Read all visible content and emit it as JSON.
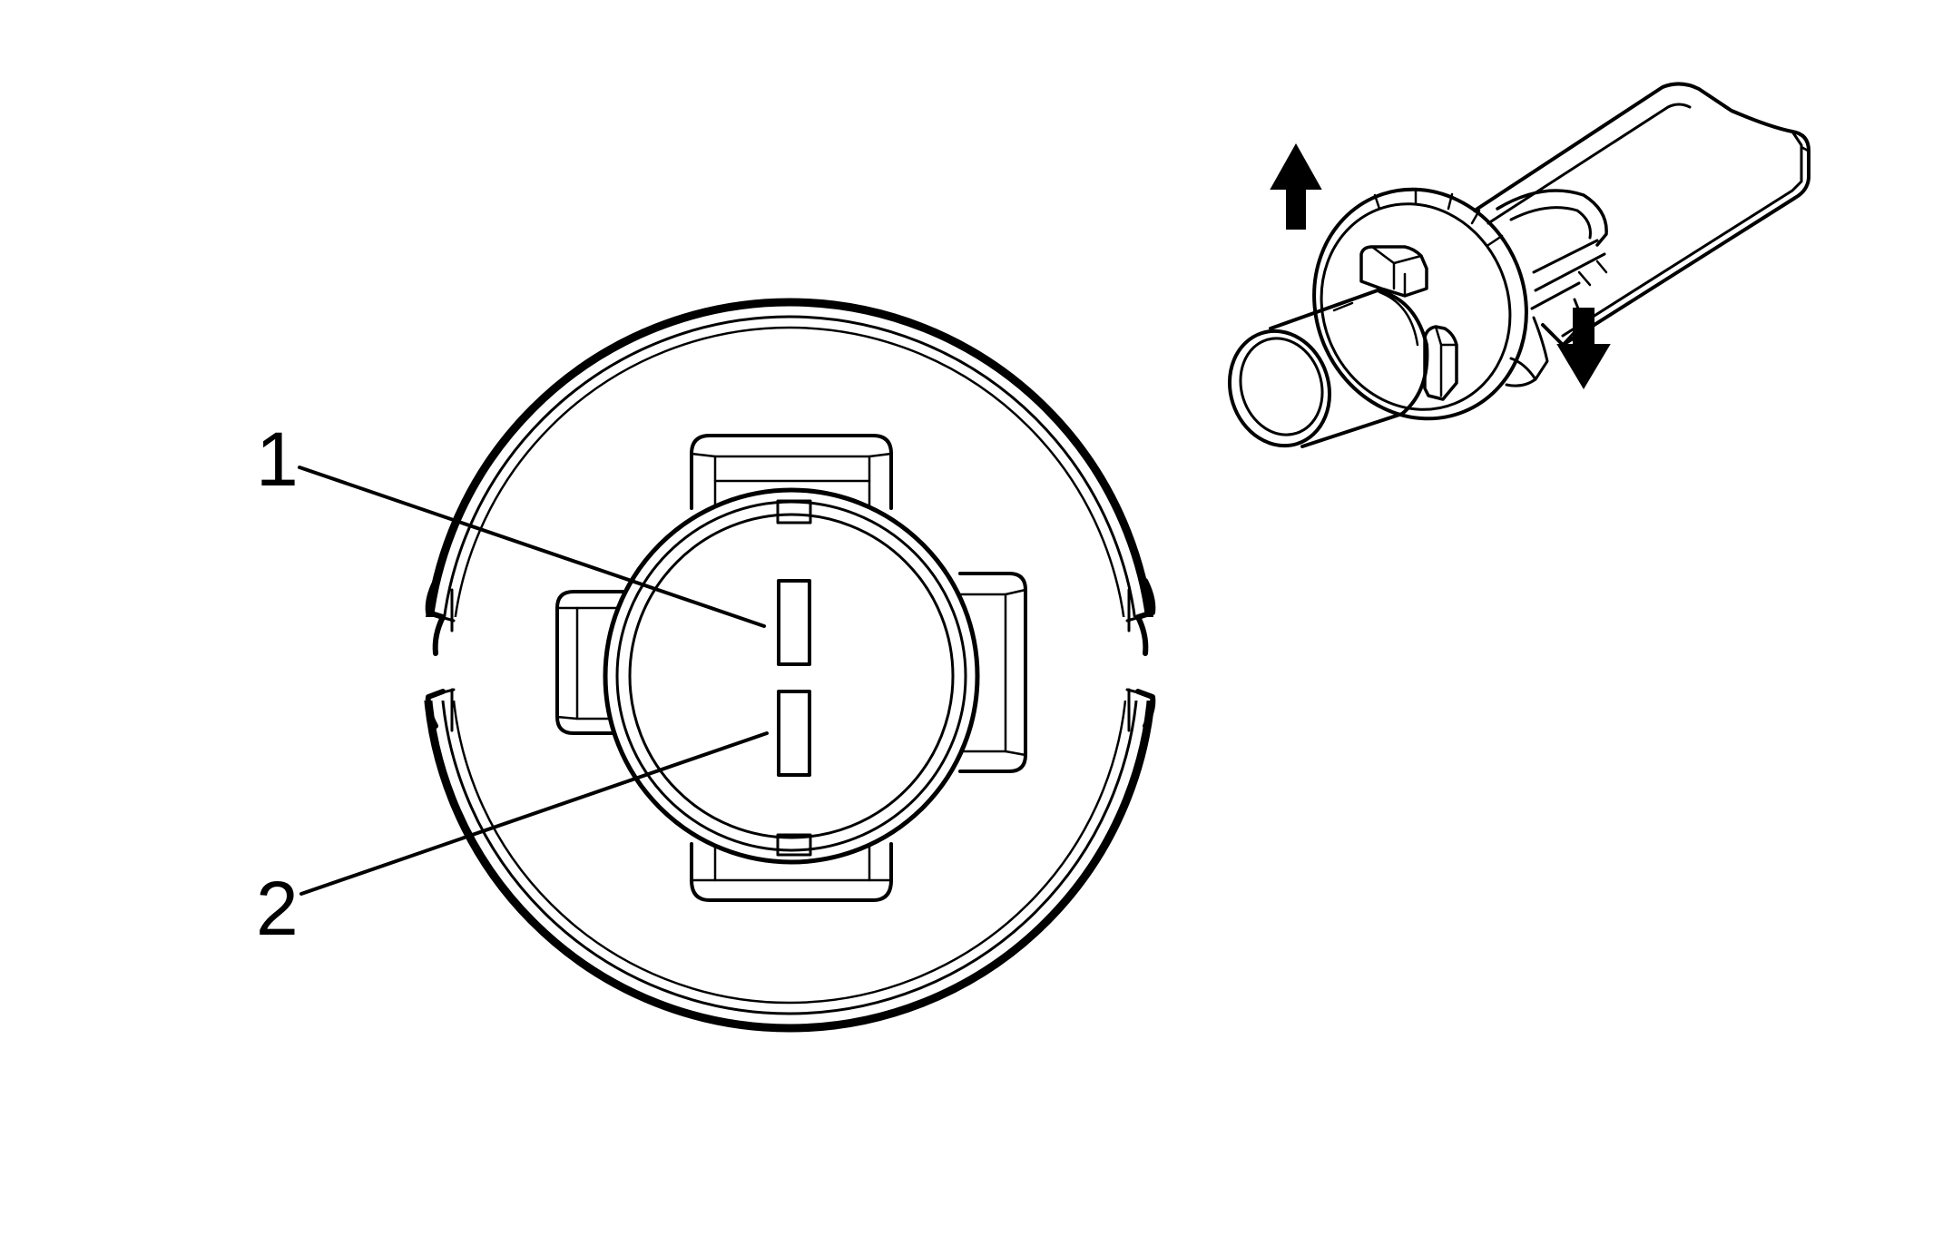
{
  "callouts": [
    {
      "id": "1",
      "label": "1"
    },
    {
      "id": "2",
      "label": "2"
    }
  ],
  "colors": {
    "line": "#000000",
    "background": "#ffffff"
  },
  "icons": [
    "arrow-up-icon",
    "arrow-down-icon"
  ]
}
